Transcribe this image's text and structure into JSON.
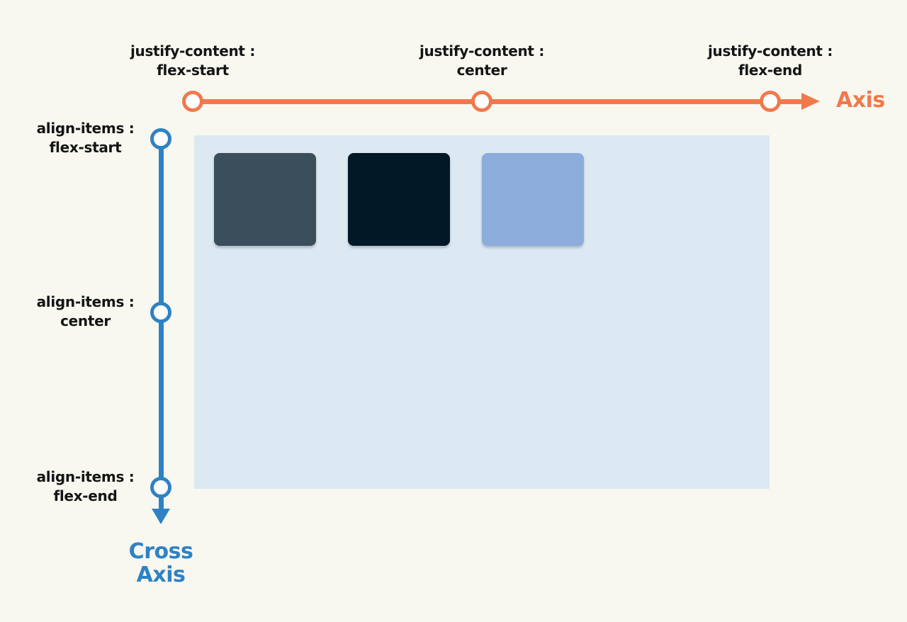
{
  "page": {
    "background_color": "#F8F7F0",
    "text_color": "#141414"
  },
  "main_axis": {
    "name": "Axis",
    "color": "#F0794C",
    "markers": [
      {
        "property": "justify-content :",
        "value": "flex-start"
      },
      {
        "property": "justify-content :",
        "value": "center"
      },
      {
        "property": "justify-content :",
        "value": "flex-end"
      }
    ]
  },
  "cross_axis": {
    "name_lines": [
      "Cross",
      "Axis"
    ],
    "color": "#2E82C4",
    "markers": [
      {
        "property": "align-items :",
        "value": "flex-start"
      },
      {
        "property": "align-items :",
        "value": "center"
      },
      {
        "property": "align-items :",
        "value": "flex-end"
      }
    ]
  },
  "flex_container": {
    "background": "#DCE8F2",
    "justify_content": "flex-start",
    "align_items": "flex-start",
    "items": [
      {
        "color": "#3A4F5B"
      },
      {
        "color": "#031826"
      },
      {
        "color": "#8CACDB"
      }
    ]
  }
}
